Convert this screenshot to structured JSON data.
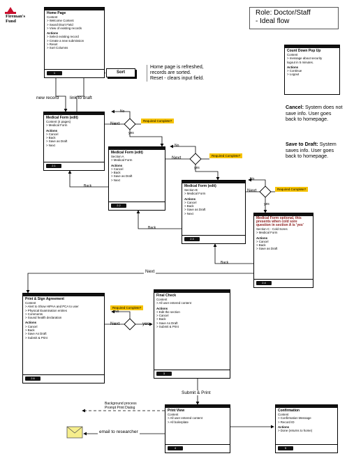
{
  "logo": {
    "line1": "Fireman's",
    "line2": "Fund"
  },
  "role": {
    "line1": "Role: Doctor/Staff",
    "line2": "- Ideal flow"
  },
  "home": {
    "title": "Home Page",
    "content_heading": "Content",
    "content": [
      "> Welcome Content",
      "> Search/Sort Field",
      "> View of existing records"
    ],
    "actions_heading": "Actions",
    "actions": [
      "> Select existing record",
      "> Create a new submission",
      "> Reset",
      "> Sort Columns"
    ],
    "footer": "1"
  },
  "sort_button": "Sort",
  "home_note": [
    "Home page is refreshed,",
    "records are sorted.",
    "Reset - clears input field."
  ],
  "countdown": {
    "title": "Count Down Pop Up",
    "content_heading": "Content",
    "content": [
      "> message about security",
      "logout in 5 minutes."
    ],
    "actions_heading": "Actions",
    "actions": [
      "> Continue",
      "> Logout"
    ]
  },
  "cancel_note": {
    "bold": "Cancel:",
    "text": " System does not save info. User goes back to homepage."
  },
  "draft_note": {
    "bold": "Save to Draft:",
    "text": " System saves info. User goes back to homepage."
  },
  "mf1": {
    "title": "Medical Form (edit)",
    "content": [
      "Content (4 pages)",
      "> Medical Form"
    ],
    "actions_heading": "Actions",
    "actions": [
      "> Cancel",
      "> Back",
      "> Save as Draft",
      "> Next"
    ],
    "footer": "2.1"
  },
  "mf2": {
    "title": "Medical Form (edit)",
    "content": [
      "Section A",
      "> Medical Form"
    ],
    "actions_heading": "Actions",
    "actions": [
      "> Cancel",
      "> Back",
      "> Save as Draft",
      "> Next"
    ],
    "footer": "2.2"
  },
  "mf3": {
    "title": "Medical Form (edit)",
    "content": [
      "Section B",
      "> Medical Form"
    ],
    "actions_heading": "Actions",
    "actions": [
      "> Cancel",
      "> Back",
      "> Save as Draft",
      "> Next"
    ],
    "footer": "2.3"
  },
  "mf4": {
    "title": "Medical Form optional, this presents when cold sore question in section A is 'yes'",
    "content": [
      "Section C - Cold Sores",
      "> Medical Form"
    ],
    "actions_heading": "Actions",
    "actions": [
      "> Cancel",
      "> Back",
      "> Save as Draft"
    ],
    "footer": "2.4"
  },
  "print": {
    "title": "Print & Sign Agreement",
    "content_heading": "Content",
    "content": [
      "> Alert to Show HIPAA and PCA to user",
      "> Physical Examination entries",
      "> Comments",
      "> Sound health declaration"
    ],
    "actions_heading": "Actions",
    "actions": [
      "> Cancel",
      "> Back",
      "> Save As Draft",
      "> Submit & Print"
    ],
    "footer": "2.6"
  },
  "final": {
    "title": "Final Check",
    "content_heading": "Content",
    "content": [
      "> All user entered content"
    ],
    "actions_heading": "Actions",
    "actions": [
      "> Edit the section",
      "> Cancel",
      "> Back",
      "> Save As Draft",
      "> Submit & Print"
    ],
    "footer": "3"
  },
  "printview": {
    "title": "Print View",
    "content_heading": "Content",
    "content": [
      "> All user entered content",
      "> All boilerplate"
    ],
    "footer": "4"
  },
  "confirmation": {
    "title": "Confirmation",
    "content_heading": "Content",
    "content": [
      "> Confirmation Message",
      "> Record ID"
    ],
    "actions_heading": "Actions",
    "actions": [
      "> Done (returns to home)"
    ],
    "footer": "5"
  },
  "labels": {
    "new_record": "new record",
    "link_to_draft": "link to draft",
    "next": "Next",
    "no": "No",
    "yes": "yes",
    "back": "Back",
    "required": "Required Complete?",
    "submit_print": "Submit & Print",
    "background_process": "Background process",
    "prompt_print": "Prompt Print Dialog",
    "email": "email to researcher"
  },
  "colors": {
    "highlight": "#f7c300",
    "dark": "#111111",
    "logo_red": "#c8102e"
  }
}
